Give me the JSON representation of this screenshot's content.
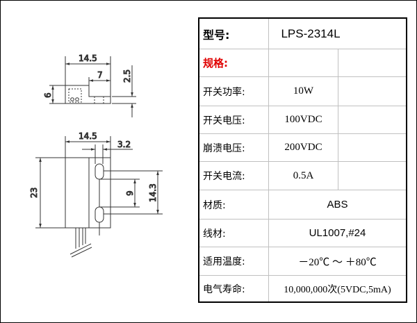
{
  "drawing": {
    "top_view": {
      "width_label": "14.5",
      "step_label": "7",
      "height_label": "6",
      "step_height_label": "2.5"
    },
    "front_view": {
      "width_label": "14.5",
      "offset_label": "3.2",
      "length_label": "23",
      "slot_gap_label": "9",
      "slot_span_label": "14.3"
    }
  },
  "spec": {
    "model": {
      "label": "型号:",
      "value": "LPS-2314L"
    },
    "spec_header": {
      "label": "规格:"
    },
    "rows": [
      {
        "label": "开关功率:",
        "value": "10W"
      },
      {
        "label": "开关电压:",
        "value": "100VDC"
      },
      {
        "label": "崩溃电压:",
        "value": "200VDC"
      },
      {
        "label": "开关电流:",
        "value": "0.5A"
      },
      {
        "label": "材质:",
        "value": "ABS"
      },
      {
        "label": "线材:",
        "value": "UL1007,#24"
      },
      {
        "label": "适用温度:",
        "value": "－20℃ ～ ＋80℃"
      },
      {
        "label": "电气寿命:",
        "value": "10,000,000次(5VDC,5mA)"
      }
    ],
    "accent_color": "#e00000"
  }
}
